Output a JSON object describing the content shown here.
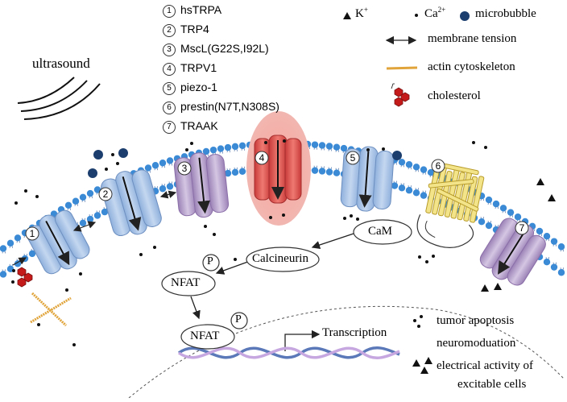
{
  "ultrasound_label": "ultrasound",
  "channels": [
    {
      "num": "1",
      "name": "hsTRPA"
    },
    {
      "num": "2",
      "name": "TRP4"
    },
    {
      "num": "3",
      "name": "MscL(G22S,I92L)"
    },
    {
      "num": "4",
      "name": "TRPV1"
    },
    {
      "num": "5",
      "name": "piezo-1"
    },
    {
      "num": "6",
      "name": "prestin(N7T,N308S)"
    },
    {
      "num": "7",
      "name": "TRAAK"
    }
  ],
  "key": {
    "k_label": "K",
    "k_sup": "+",
    "ca_label": "Ca",
    "ca_sup": "2+",
    "microbubble": "microbubble",
    "membrane_tension": "membrane tension",
    "actin": "actin cytoskeleton",
    "cholesterol": "cholesterol"
  },
  "nodes": {
    "calcineurin": "Calcineurin",
    "cam": "CaM",
    "nfat1": "NFAT",
    "nfat2": "NFAT",
    "p": "P",
    "transcription": "Transcription"
  },
  "effects": {
    "tumor": "tumor apoptosis",
    "neuro": "neuromoduation",
    "electrical_line1": "electrical activity of",
    "electrical_line2": "excitable cells"
  },
  "colors": {
    "lipid_head": "#3a8ad6",
    "channel_blue": "#a9c4e6",
    "channel_purple": "#b8a3cc",
    "trpv1_red": "#e05a5a",
    "trpv1_glow": "#f6b1ab",
    "microbubble": "#1c3e6e",
    "actin": "#e0a43a",
    "cholesterol": "#c41a1a",
    "prestin": "#f3e48a"
  }
}
